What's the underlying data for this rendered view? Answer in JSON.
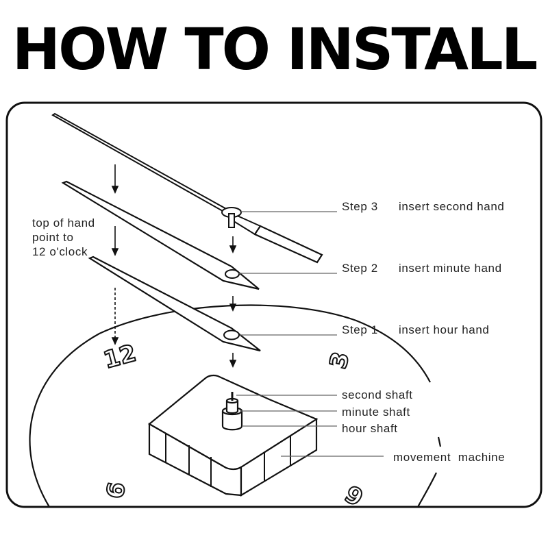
{
  "title": "HOW TO INSTALL",
  "note": {
    "line1": "top of hand",
    "line2": "point to",
    "line3": "12 o'clock"
  },
  "steps": [
    {
      "label": "Step 3",
      "text": "insert second hand"
    },
    {
      "label": "Step 2",
      "text": "insert minute hand"
    },
    {
      "label": "Step 1",
      "text": "insert hour hand"
    }
  ],
  "parts": {
    "second_shaft": "second shaft",
    "minute_shaft": "minute shaft",
    "hour_shaft": "hour shaft",
    "movement": "movement  machine"
  },
  "dial_numbers": {
    "twelve": "12",
    "three": "3",
    "six": "6",
    "nine": "9"
  }
}
